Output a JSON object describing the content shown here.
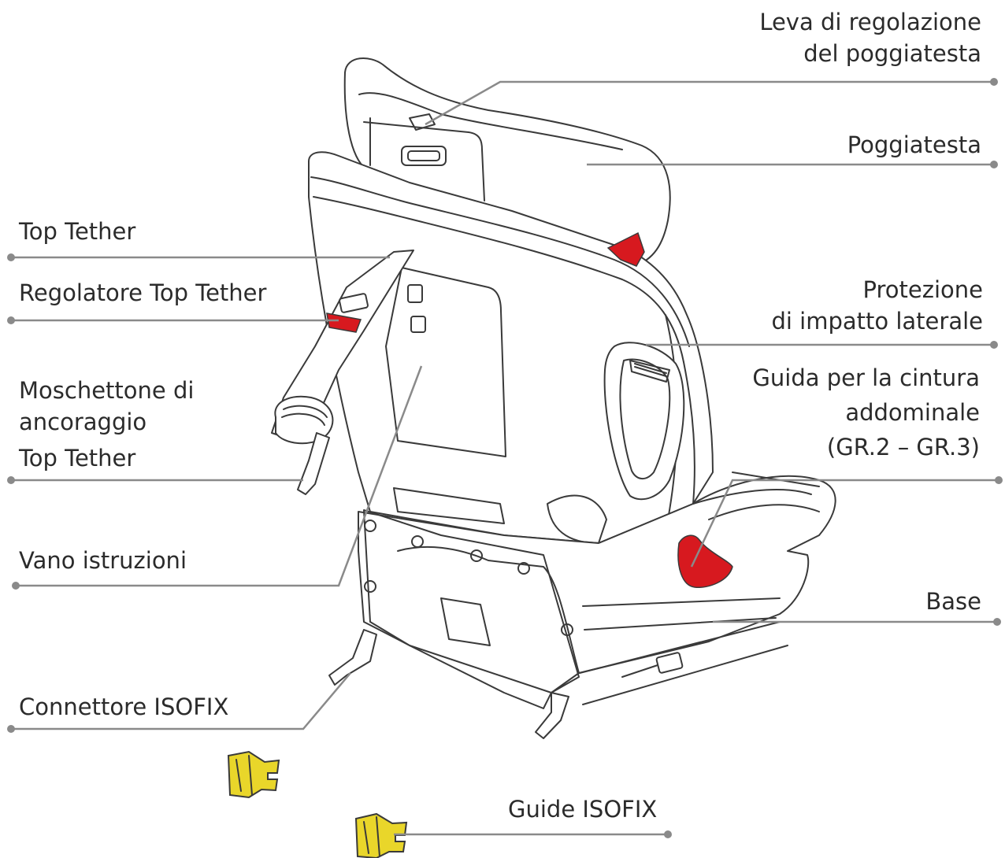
{
  "colors": {
    "accent_red": "#d7191f",
    "isofix_yellow": "#e9d62a",
    "leader_gray": "#8a8a8a",
    "outline": "#3a3a3a",
    "text": "#2b2b2b"
  },
  "labels": {
    "headrest_lever": [
      "Leva di regolazione",
      "del poggiatesta"
    ],
    "headrest": [
      "Poggiatesta"
    ],
    "top_tether": [
      "Top Tether"
    ],
    "top_tether_adjuster": [
      "Regolatore Top Tether"
    ],
    "side_impact": [
      "Protezione",
      "di impatto laterale"
    ],
    "top_tether_hook": [
      "Moschettone di",
      "ancoraggio",
      "Top Tether"
    ],
    "lap_belt_guide": [
      "Guida per la cintura",
      "addominale",
      "(GR.2 – GR.3)"
    ],
    "manual_compartment": [
      "Vano istruzioni"
    ],
    "base": [
      "Base"
    ],
    "isofix_connector": [
      "Connettore ISOFIX"
    ],
    "isofix_guides": [
      "Guide ISOFIX"
    ]
  }
}
